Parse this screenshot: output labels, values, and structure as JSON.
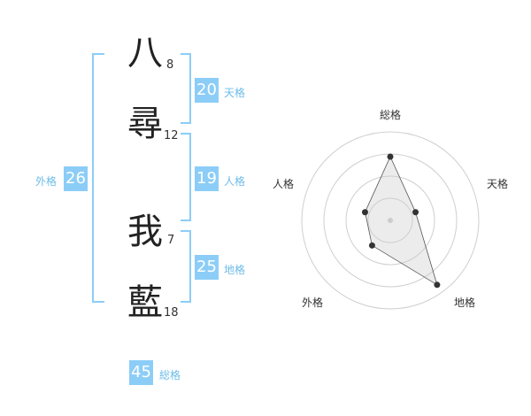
{
  "name": {
    "chars": [
      {
        "char": "八",
        "strokes": "8"
      },
      {
        "char": "尋",
        "strokes": "12"
      },
      {
        "char": "我",
        "strokes": "7"
      },
      {
        "char": "藍",
        "strokes": "18"
      }
    ]
  },
  "kaku": {
    "ten": {
      "value": "20",
      "label": "天格"
    },
    "jin": {
      "value": "19",
      "label": "人格"
    },
    "chi": {
      "value": "25",
      "label": "地格"
    },
    "gai": {
      "value": "26",
      "label": "外格"
    },
    "sou": {
      "value": "45",
      "label": "総格"
    }
  },
  "colors": {
    "accent": "#8ccdf7",
    "label": "#6ebce8"
  },
  "chart_data": {
    "type": "radar",
    "axes": [
      "総格",
      "天格",
      "地格",
      "外格",
      "人格"
    ],
    "values": [
      0.72,
      0.3,
      0.9,
      0.35,
      0.3
    ],
    "range": [
      0,
      1
    ],
    "rings": 4
  }
}
